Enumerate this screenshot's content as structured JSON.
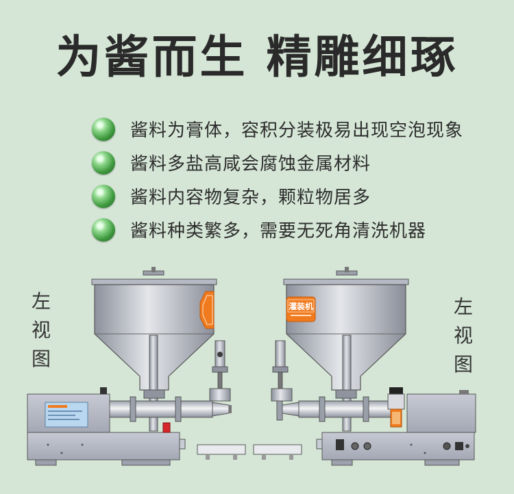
{
  "headline": "为酱而生 精雕细琢",
  "features": [
    "酱料为膏体，容积分装极易出现空泡现象",
    "酱料多盐高咸会腐蚀金属材料",
    "酱料内容物复杂，颗粒物居多",
    "酱料种类繁多，需要无死角清洗机器"
  ],
  "left_view_label": [
    "左",
    "视",
    "图"
  ],
  "right_view_label": [
    "左",
    "视",
    "图"
  ],
  "hopper_label_right": "灌装机",
  "colors": {
    "background": "#d5e6d6",
    "headline": "#2a2a2a",
    "bullet": "#3f9a3f",
    "label_orange": "#f07a1e",
    "machine_gray": "#a9adb9"
  }
}
